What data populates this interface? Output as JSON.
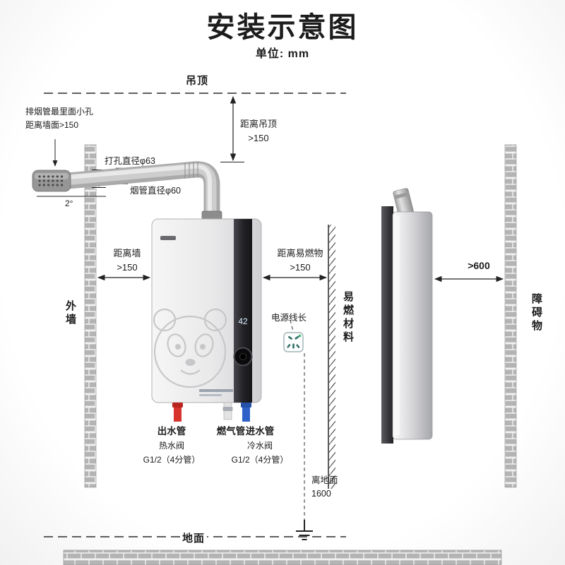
{
  "title": "安装示意图",
  "unit_note": "单位: mm",
  "labels": {
    "ceiling": "吊顶",
    "ground": "地面",
    "outer_wall": "外墙",
    "flammable": "易燃材料",
    "obstacle": "障碍物"
  },
  "dims": {
    "ceiling": {
      "l1": "距离吊顶",
      "l2": ">150"
    },
    "wall": {
      "l1": "距离墙",
      "l2": ">150"
    },
    "flam": {
      "l1": "距离易燃物",
      "l2": ">150"
    },
    "obstacle": ">600",
    "floor": {
      "l1": "离地面",
      "l2": "1600"
    },
    "vent": {
      "l1": "排烟管最里面小孔",
      "l2": "距离墙面>150"
    },
    "drill": "打孔直径φ63",
    "flue": "烟管直径φ60",
    "angle": "2°"
  },
  "heater": {
    "display_value": "42",
    "power_cord": "电源线长"
  },
  "pipes": {
    "outlet": {
      "name": "出水管",
      "valve": "热水阀",
      "spec": "G1/2（4分管）"
    },
    "gas": {
      "name": "燃气管"
    },
    "inlet": {
      "name": "进水管",
      "valve": "冷水阀",
      "spec": "G1/2（4分管）"
    }
  },
  "colors": {
    "hot_pipe": "#d6342c",
    "cold_pipe": "#2f62c9",
    "panel_dark": "#232327",
    "brick": "#b4b4b4"
  }
}
